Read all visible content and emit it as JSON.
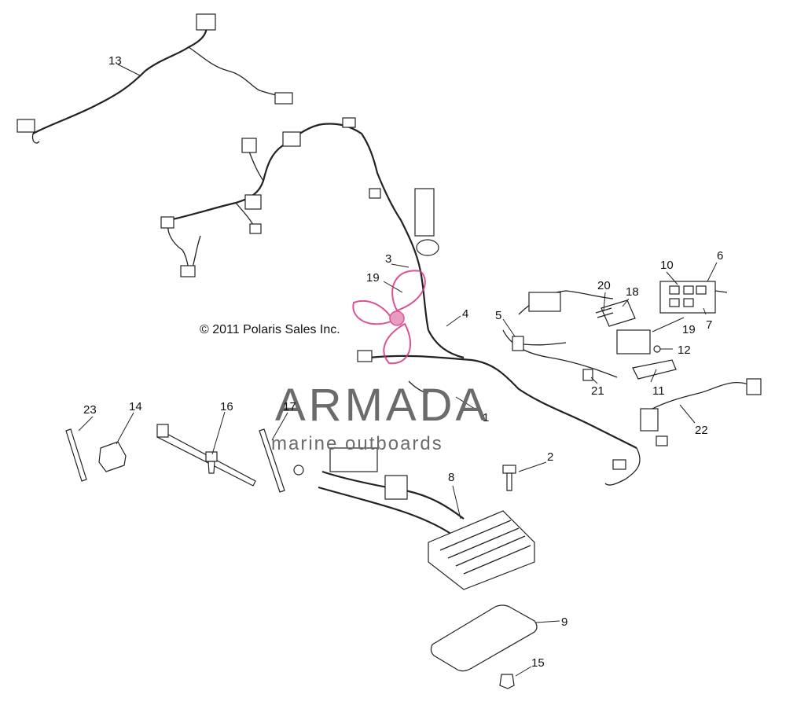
{
  "diagram": {
    "copyright": "© 2011 Polaris Sales Inc.",
    "watermark": {
      "brand": "ARMADA",
      "tagline": "marine outboards",
      "color": "#d63384"
    },
    "callouts": [
      "1",
      "2",
      "3",
      "4",
      "5",
      "6",
      "7",
      "8",
      "9",
      "10",
      "11",
      "12",
      "13",
      "14",
      "15",
      "16",
      "17",
      "18",
      "19",
      "19",
      "20",
      "21",
      "22",
      "23"
    ]
  }
}
